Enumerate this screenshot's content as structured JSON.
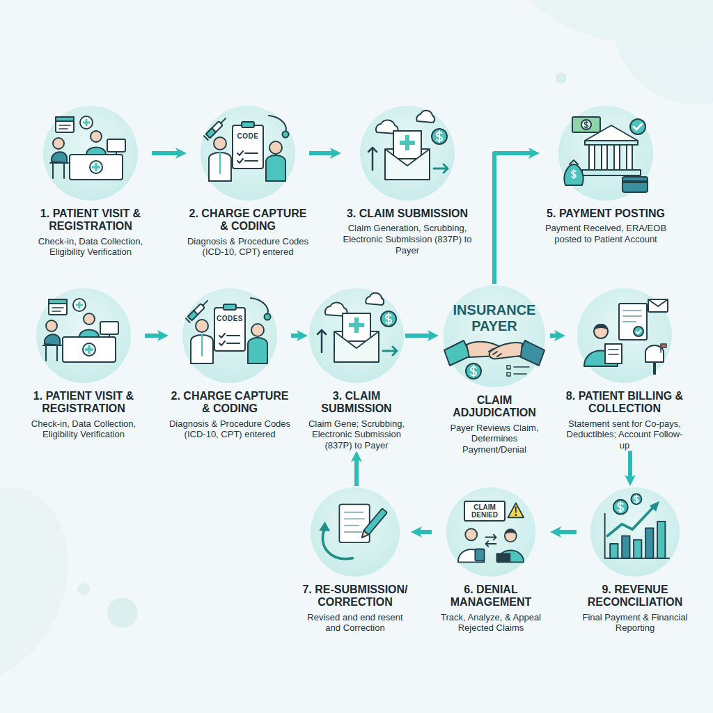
{
  "diagram": {
    "nodes": [
      {
        "text": [
          "1. PATIENT VISIT & REGISTRATION",
          "Check-in, Data Collection, Eligibility Verification"
        ]
      },
      {
        "text": [
          "2. CHARGE CAPTURE & CODING",
          "Diagnosis & Procedure Codes (ICD-10, CPT) entered"
        ]
      },
      {
        "text": [
          "3. CLAIM SUBMISSION",
          "Claim Generation, Scrubbing, Electronic Submission (837P) to Payer"
        ]
      },
      {
        "text": [
          "5. PAYMENT POSTING",
          "Payment Received, ERA/EOB posted to Patient Account"
        ]
      },
      {
        "text": [
          "1. PATIENT VISIT & REGISTRATION",
          "Check-in, Data Collection, Eligibility Verification"
        ]
      },
      {
        "text": [
          "2. CHARGE CAPTURE & CODING",
          "Diagnosis & Procedure Codes (ICD-10, CPT) entered"
        ]
      },
      {
        "text": [
          "3. CLAIM SUBMISSION",
          "Claim Gene; Scrubbing, Electronic Submission (837P) to Payer"
        ]
      },
      {
        "text": [
          "INSURANCE PAYER",
          "CLAIM ADJUDICATION",
          "Payer Reviews Claim, Determines Payment/Denial"
        ]
      },
      {
        "text": [
          "8. PATIENT BILLING & COLLECTION",
          "Statement sent for Co-pays, Deductibles; Account Follow-up"
        ]
      },
      {
        "text": [
          "7. RE-SUBMISSION/ CORRECTION",
          "Revised and end resent and Correction"
        ]
      },
      {
        "text": [
          "6. DENIAL MANAGEMENT",
          "Track, Analyze, & Appeal Rejected Claims"
        ]
      },
      {
        "text": [
          "9. REVENUE RECONCILIATION",
          "Final Payment & Financial Reporting"
        ]
      }
    ],
    "edges": [
      {
        "from": 0,
        "to": 1,
        "arrow": "to"
      },
      {
        "from": 1,
        "to": 2,
        "arrow": "to"
      },
      {
        "from": 4,
        "to": 5,
        "arrow": "to"
      },
      {
        "from": 5,
        "to": 6,
        "arrow": "to"
      },
      {
        "from": 6,
        "to": 7,
        "arrow": "to"
      },
      {
        "from": 7,
        "to": 3,
        "arrow": "to"
      },
      {
        "from": 7,
        "to": 8,
        "arrow": "to"
      },
      {
        "from": 8,
        "to": 11,
        "arrow": "to"
      },
      {
        "from": 11,
        "to": 10,
        "arrow": "to"
      },
      {
        "from": 10,
        "to": 9,
        "arrow": "to"
      },
      {
        "from": 9,
        "to": 6,
        "arrow": "to"
      }
    ],
    "labels": [
      "CODE",
      "CODES",
      "CLAIM DENIED"
    ]
  }
}
